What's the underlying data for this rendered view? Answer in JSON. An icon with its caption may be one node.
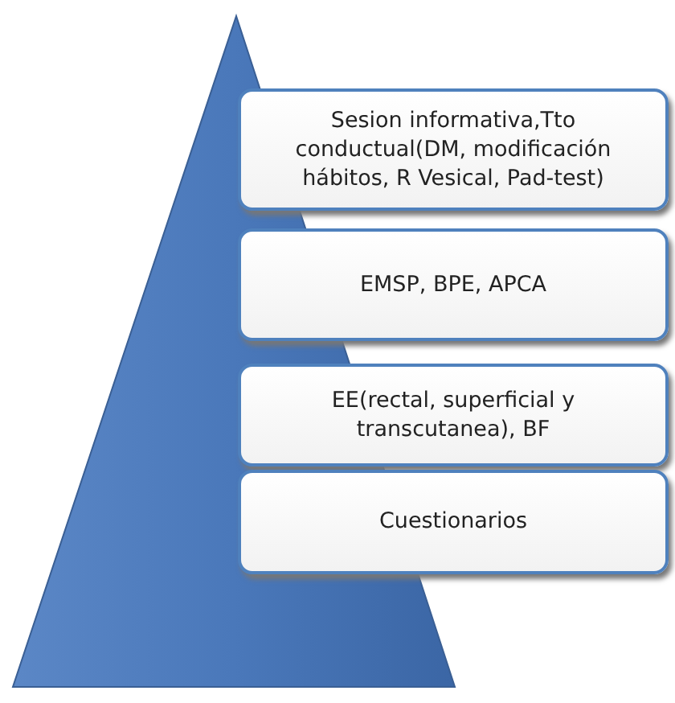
{
  "diagram": {
    "nodes": [
      {
        "text": [
          "Sesion informativa,Tto conductual(DM, modificación hábitos, R Vesical, Pad-test)"
        ]
      },
      {
        "text": [
          "EMSP, BPE, APCA"
        ]
      },
      {
        "text": [
          "EE(rectal, superficial y transcutanea), BF"
        ]
      },
      {
        "text": [
          "Cuestionarios"
        ]
      }
    ]
  }
}
